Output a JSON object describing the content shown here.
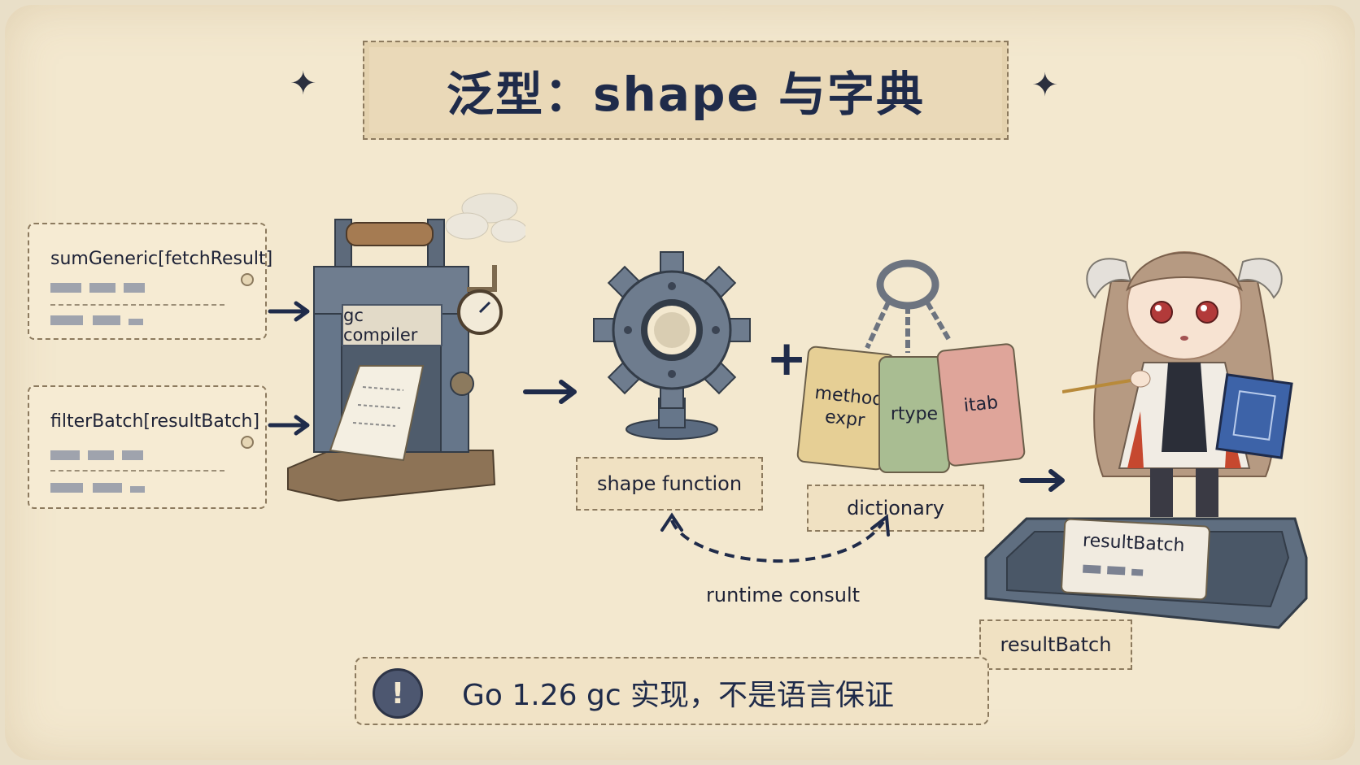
{
  "title": "泛型：shape 与字典",
  "inputs": [
    {
      "label": "sumGeneric[fetchResult]"
    },
    {
      "label": "filterBatch[resultBatch]"
    }
  ],
  "compiler": {
    "label": "gc compiler"
  },
  "shape": {
    "label": "shape function"
  },
  "plus": "+",
  "dictionary": {
    "tags": [
      {
        "label": "method expr",
        "color": "#e6cf95"
      },
      {
        "label": "rtype",
        "color": "#a9bd92"
      },
      {
        "label": "itab",
        "color": "#dfa59a"
      }
    ],
    "label": "dictionary"
  },
  "runtime_consult": "runtime consult",
  "output": {
    "card_label": "resultBatch",
    "box_label": "resultBatch"
  },
  "note": {
    "icon": "exclamation-icon",
    "text": "Go 1.26 gc 实现，不是语言保证"
  },
  "colors": {
    "ink": "#1f2b4a",
    "paper": "#f3e8cf",
    "steel": "#5b6b80"
  }
}
